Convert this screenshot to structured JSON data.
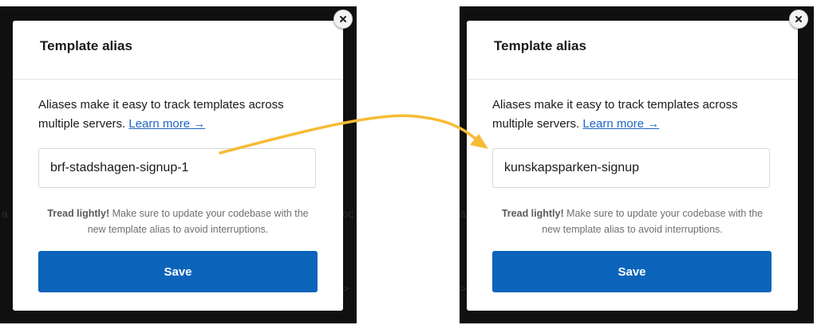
{
  "colors": {
    "accent": "#0b64ba",
    "link": "#1f66c1",
    "arrow": "#f6bb35"
  },
  "icons": {
    "close": "close-icon",
    "learn_more_arrow": "arrow-right-icon"
  },
  "before": {
    "title": "Template alias",
    "description": "Aliases make it easy to track templates across multiple servers.",
    "learn_more": "Learn more →",
    "alias_value": "brf-stadshagen-signup-1",
    "note_bold": "Tread lightly!",
    "note_text": "Make sure to update your codebase with the new template alias to avoid interruptions.",
    "save_label": "Save"
  },
  "after": {
    "title": "Template alias",
    "description": "Aliases make it easy to track templates across multiple servers.",
    "learn_more": "Learn more →",
    "alias_value": "kunskapsparken-signup",
    "note_bold": "Tread lightly!",
    "note_text": "Make sure to update your codebase with the new template alias to avoid interruptions.",
    "save_label": "Save"
  }
}
